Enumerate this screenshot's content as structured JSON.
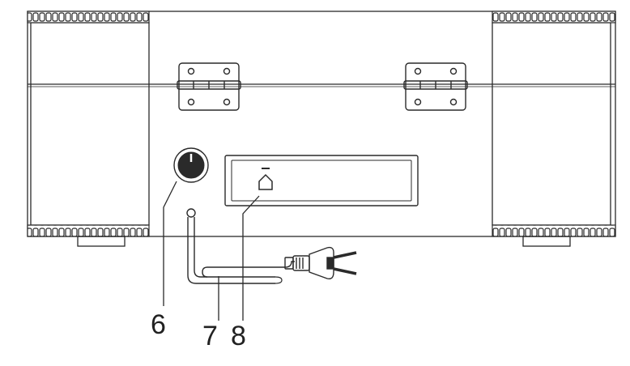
{
  "colors": {
    "line": "#2a2a2a",
    "background": "#ffffff",
    "hardware": "#2a2a2a"
  },
  "callouts": {
    "label_6": "6",
    "label_7": "7",
    "label_8": "8"
  },
  "icons": {
    "knob": "rotary-knob-icon",
    "usb": "usb-port-icon",
    "plug": "power-plug-icon"
  }
}
